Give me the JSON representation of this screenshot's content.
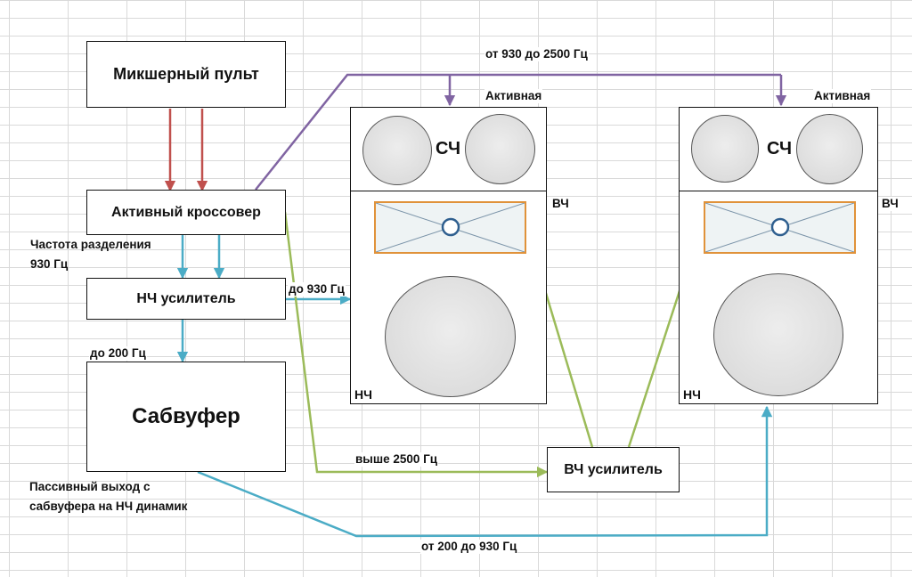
{
  "colors": {
    "input": "#c0504d",
    "mid_range": "#8064a2",
    "low": "#4bacc6",
    "high": "#9bbb59",
    "tweeter_frame": "#e0923a",
    "dome": "#2f5f8f"
  },
  "blocks": {
    "mixer": "Микшерный пульт",
    "crossover": "Активный кроссовер",
    "lf_amp": "НЧ усилитель",
    "subwoofer": "Сабвуфер",
    "hf_amp": "ВЧ усилитель"
  },
  "speakers": [
    {
      "badge": "Активная",
      "mid": "СЧ",
      "high": "ВЧ",
      "low": "НЧ"
    },
    {
      "badge": "Активная",
      "mid": "СЧ",
      "high": "ВЧ",
      "low": "НЧ"
    }
  ],
  "labels": {
    "mid_band": "от 930 до 2500 Гц",
    "crossover_freq": "Частота  разделения\n930 Гц",
    "to_930": "до 930 Гц",
    "to_200": "до 200 Гц",
    "above_2500": "выше 2500 Гц",
    "passive_out": "Пассивный выход с\nсабвуфера на НЧ динамик",
    "band_200_930": "от 200 до 930 Гц"
  }
}
